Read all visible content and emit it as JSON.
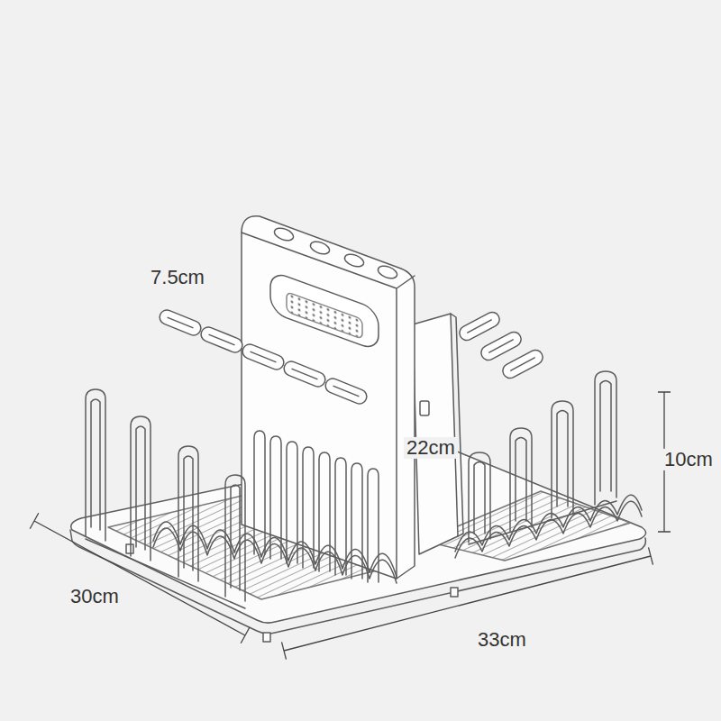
{
  "diagram": {
    "labels": [
      "7.5cm",
      "22cm",
      "10cm",
      "30cm",
      "33cm"
    ]
  }
}
